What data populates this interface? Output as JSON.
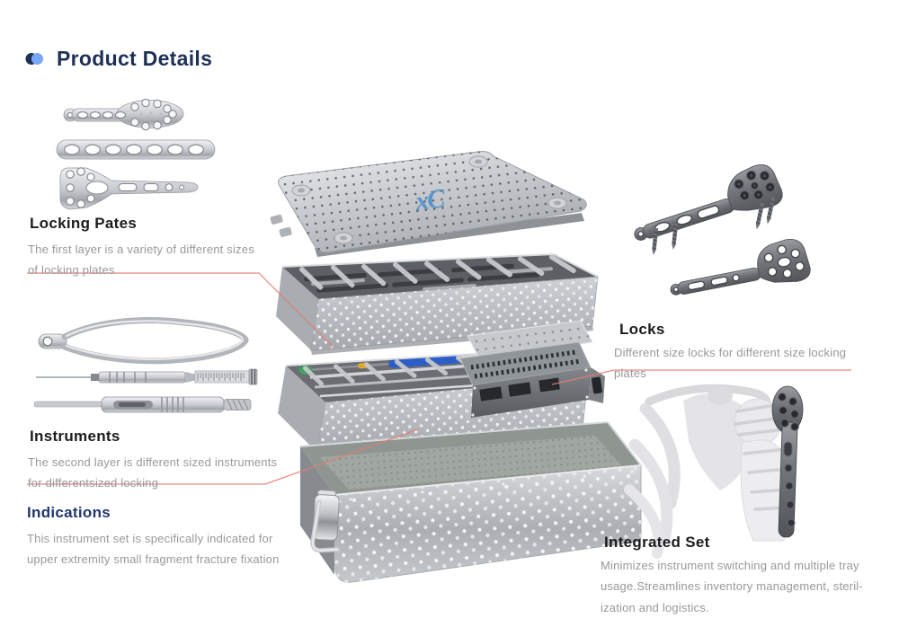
{
  "header": {
    "title": "Product Details"
  },
  "logo": {
    "text": "xC"
  },
  "sections": {
    "locking_plates": {
      "title": "Locking Pates",
      "description": [
        "The first layer is a variety of different sizes",
        "of locking plates"
      ]
    },
    "instruments": {
      "title": "Instruments",
      "description": [
        "The second layer is different sized instruments",
        "for differentsized locking"
      ]
    },
    "indications": {
      "title": "Indications",
      "description": [
        "This instrument set is specifically indicated for",
        "upper extremity small fragment fracture fixation"
      ]
    },
    "locks": {
      "title": "Locks",
      "description": [
        "Different size locks for different size locking",
        "plates"
      ]
    },
    "integrated_set": {
      "title": "Integrated Set",
      "description": [
        "Minimizes instrument switching and multiple tray",
        "usage.Streamlines inventory management, steril-",
        "ization and logistics."
      ]
    }
  },
  "colors": {
    "accent_dark": "#1d3056",
    "accent_light": "#7aa7f5",
    "heading": "#1c1c1e",
    "body_text": "#98989a",
    "connector_line": "#e57b72",
    "logo_blue": "#5e95c8"
  }
}
